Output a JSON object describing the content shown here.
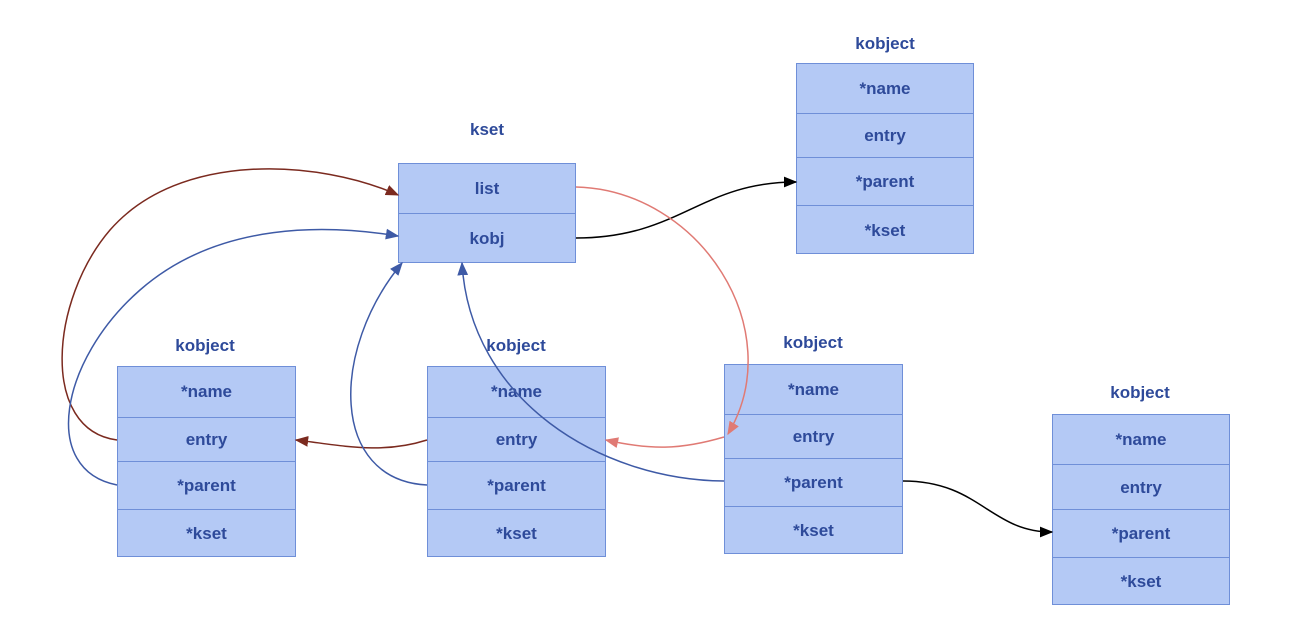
{
  "kset": {
    "title": "kset",
    "fields": [
      "list",
      "kobj"
    ]
  },
  "kobjects": [
    {
      "id": "top",
      "title": "kobject",
      "fields": [
        "*name",
        "entry",
        "*parent",
        "*kset"
      ]
    },
    {
      "id": "left",
      "title": "kobject",
      "fields": [
        "*name",
        "entry",
        "*parent",
        "*kset"
      ]
    },
    {
      "id": "mid",
      "title": "kobject",
      "fields": [
        "*name",
        "entry",
        "*parent",
        "*kset"
      ]
    },
    {
      "id": "right",
      "title": "kobject",
      "fields": [
        "*name",
        "entry",
        "*parent",
        "*kset"
      ]
    },
    {
      "id": "far",
      "title": "kobject",
      "fields": [
        "*name",
        "entry",
        "*parent",
        "*kset"
      ]
    }
  ],
  "colors": {
    "box_fill": "#b4c9f5",
    "box_border": "#6f8fd8",
    "text": "#2e4a9a",
    "link_list": "#7b2a1f",
    "link_parent": "#3e5aa6",
    "link_next": "#e07a74",
    "link_kobj": "#000000"
  }
}
